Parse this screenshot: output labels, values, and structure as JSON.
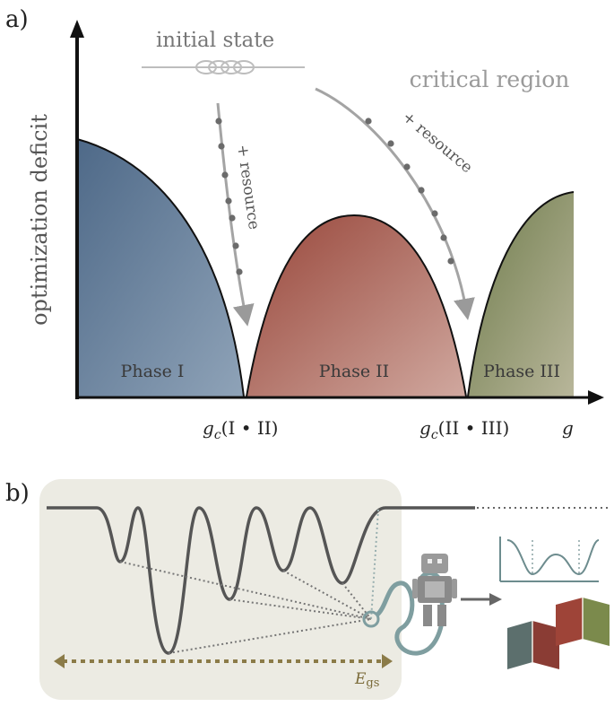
{
  "panel_a": {
    "label": "a)",
    "ylabel": "optimization deficit",
    "xlabel": "g",
    "initial_state": "initial state",
    "critical_region": "critical region",
    "resource_label": "+ resource",
    "phases": [
      "Phase I",
      "Phase II",
      "Phase III"
    ],
    "critical_points": [
      {
        "base": "g",
        "sub": "c",
        "arg": "(I • II)"
      },
      {
        "base": "g",
        "sub": "c",
        "arg": "(II • III)"
      }
    ],
    "colors": {
      "phase1": "#5a7490",
      "phase2": "#a4584c",
      "phase3": "#7d8a5c",
      "arrow": "#a0a0a0"
    }
  },
  "panel_b": {
    "label": "b)",
    "energy_label_base": "E",
    "energy_label_sub": "gs",
    "colors": {
      "panel": "#ecebe3",
      "curve": "#555555",
      "probe": "#7f9ea0",
      "ground": "#8b7b48",
      "book1": "#5c6f6d",
      "book2": "#8d4a3a"
    }
  }
}
